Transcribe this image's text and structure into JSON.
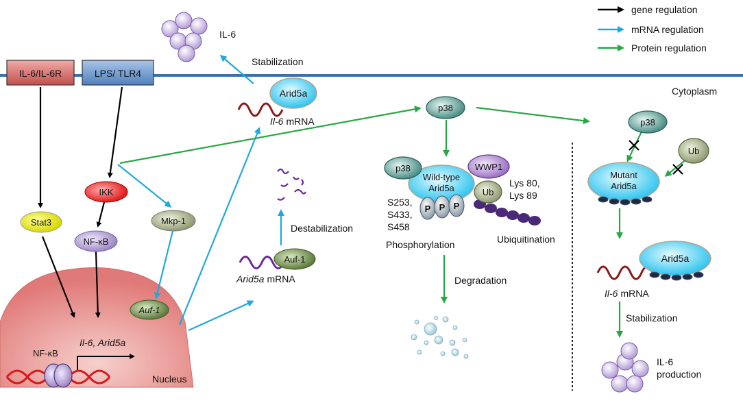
{
  "legend": {
    "gene": "gene regulation",
    "mrna": "mRNA regulation",
    "protein": "Protein regulation"
  },
  "colors": {
    "gene": "#000000",
    "mrna": "#1fa8e0",
    "protein": "#27a844",
    "membrane": "#3d6fb0"
  },
  "receptors": {
    "il6r": "IL-6/IL-6R",
    "lps": "LPS/ TLR4"
  },
  "labels": {
    "cytoplasm": "Cytoplasm",
    "nucleus": "Nucleus",
    "il6_top": "IL-6",
    "stabilization_top": "Stabilization",
    "il6_mrna_top": "mRNA",
    "il6_gene_prefix": "Il-6",
    "destabilization": "Destabilization",
    "arid5a_mrna_suffix": "mRNA",
    "arid5a_gene_prefix": "Arid5a",
    "phosphorylation": "Phosphorylation",
    "ubiquitination": "Ubiquitination",
    "degradation": "Degradation",
    "sites": [
      "S253,",
      "S433,",
      "S458"
    ],
    "lys": [
      "Lys 80,",
      "Lys 89"
    ],
    "il6_mrna_right": "mRNA",
    "stabilization_right": "Stabilization",
    "il6_production": [
      "IL-6",
      "production"
    ],
    "nucleus_genes": "Il-6, Arid5a",
    "nfkb_nucleus": "NF-κB"
  },
  "nodes": {
    "stat3": "Stat3",
    "ikk": "IKK",
    "nfkb": "NF-κB",
    "mkp1": "Mkp-1",
    "auf1_nucleus": "Auf-1",
    "arid5a_top": "Arid5a",
    "auf1_mid": "Auf-1",
    "p38_center": "p38",
    "p38_left": "p38",
    "wildtype": [
      "Wild-type",
      "Arid5a"
    ],
    "wwp1": "WWP1",
    "ub_center": "Ub",
    "p_marks": [
      "P",
      "P",
      "P"
    ],
    "p38_right": "p38",
    "ub_right": "Ub",
    "mutant": [
      "Mutant",
      "Arid5a"
    ],
    "arid5a_right": "Arid5a"
  }
}
